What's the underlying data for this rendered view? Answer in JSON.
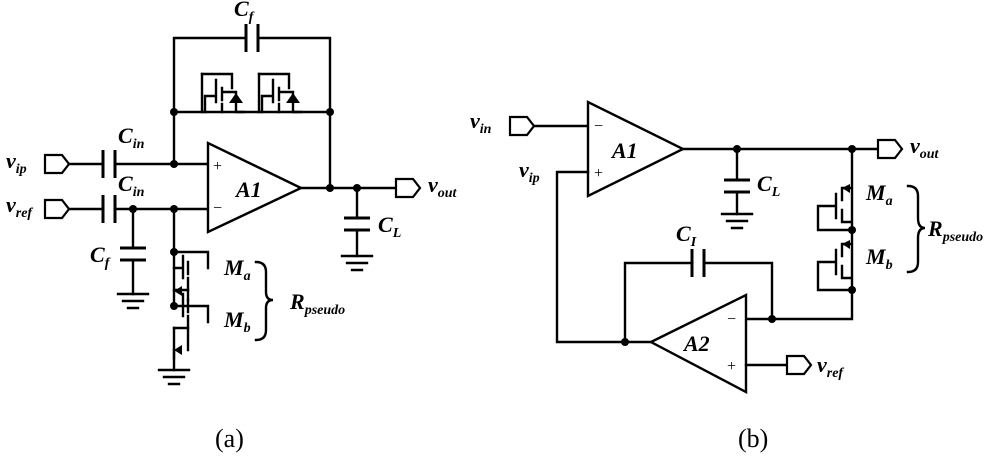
{
  "panel_a": {
    "caption": "(a)",
    "amp": {
      "name": "A1",
      "plus": "+",
      "minus": "−"
    },
    "inputs": [
      {
        "base": "v",
        "sub": "ip"
      },
      {
        "base": "v",
        "sub": "ref"
      }
    ],
    "output": {
      "base": "v",
      "sub": "out"
    },
    "cin_top": {
      "base": "C",
      "sub": "in"
    },
    "cin_bottom": {
      "base": "C",
      "sub": "in"
    },
    "cf_top": {
      "base": "C",
      "sub": "f"
    },
    "cf_shunt": {
      "base": "C",
      "sub": "f"
    },
    "cl": {
      "base": "C",
      "sub": "L"
    },
    "ma": {
      "base": "M",
      "sub": "a"
    },
    "mb": {
      "base": "M",
      "sub": "b"
    },
    "rpseudo": {
      "base": "R",
      "sub": "pseudo"
    }
  },
  "panel_b": {
    "caption": "(b)",
    "amp1": {
      "name": "A1",
      "plus": "+",
      "minus": "−"
    },
    "amp2": {
      "name": "A2",
      "plus": "+",
      "minus": "−"
    },
    "vin": {
      "base": "v",
      "sub": "in"
    },
    "vip": {
      "base": "v",
      "sub": "ip"
    },
    "vout": {
      "base": "v",
      "sub": "out"
    },
    "vref": {
      "base": "v",
      "sub": "ref"
    },
    "cl": {
      "base": "C",
      "sub": "L"
    },
    "ci": {
      "base": "C",
      "sub": "I"
    },
    "ma": {
      "base": "M",
      "sub": "a"
    },
    "mb": {
      "base": "M",
      "sub": "b"
    },
    "rpseudo": {
      "base": "R",
      "sub": "pseudo"
    }
  }
}
